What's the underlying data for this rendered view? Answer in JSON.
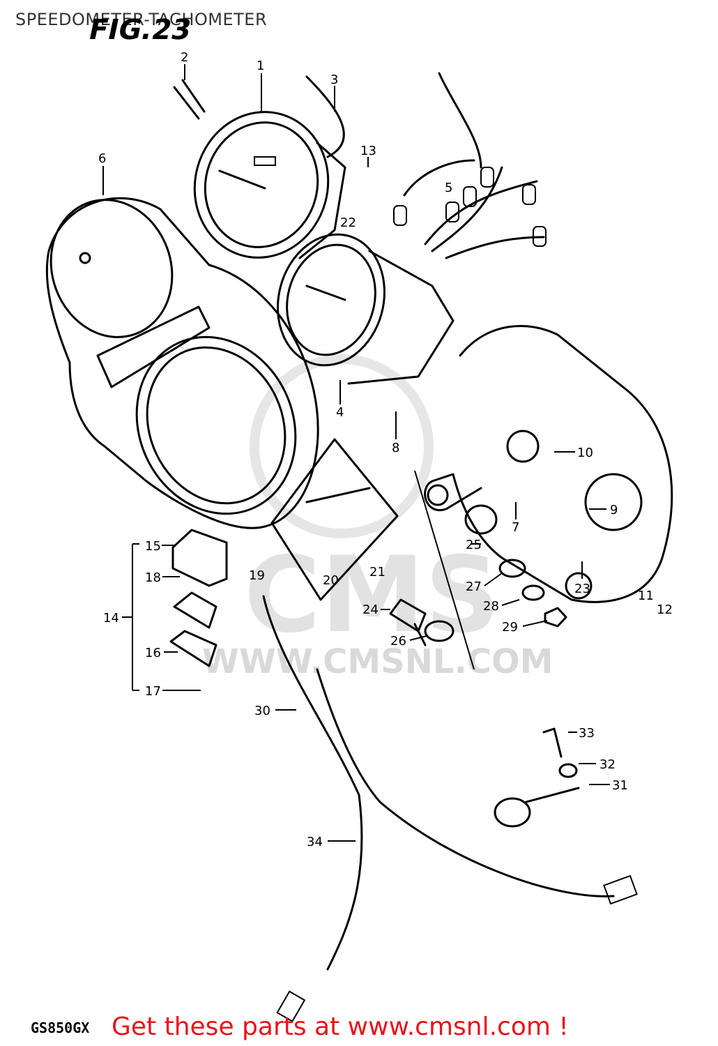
{
  "header": {
    "title": "SPEEDOMETER-TACHOMETER",
    "figure": "FIG.23"
  },
  "watermark": {
    "logo": "CMS",
    "url": "WWW.CMSNL.COM"
  },
  "callouts": [
    "1",
    "2",
    "3",
    "4",
    "5",
    "6",
    "7",
    "8",
    "9",
    "10",
    "11",
    "12",
    "13",
    "14",
    "15",
    "16",
    "17",
    "18",
    "19",
    "20",
    "21",
    "22",
    "23",
    "24",
    "25",
    "26",
    "27",
    "28",
    "29",
    "30",
    "31",
    "32",
    "33",
    "34"
  ],
  "footer": {
    "model": "GS850GX",
    "promo": "Get these parts at www.cmsnl.com !",
    "promo_color": "#e8121a"
  }
}
